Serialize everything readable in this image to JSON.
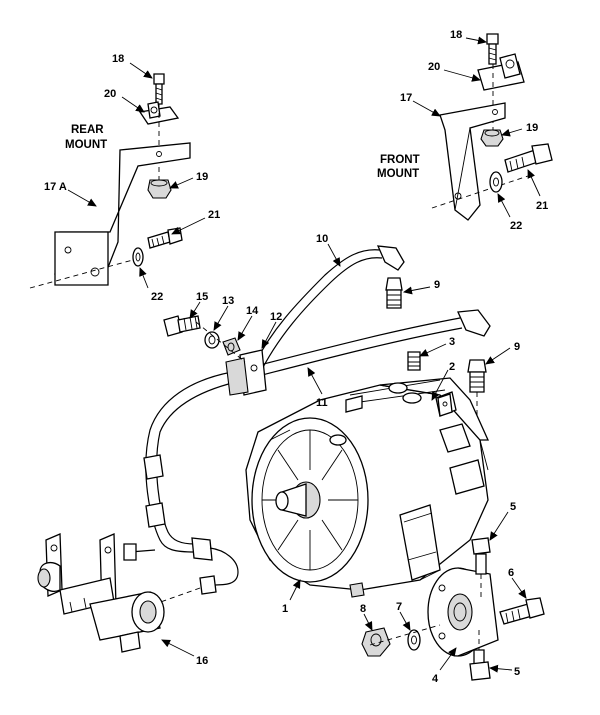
{
  "headings": {
    "rear_mount": [
      "REAR",
      "MOUNT"
    ],
    "front_mount": [
      "FRONT",
      "MOUNT"
    ]
  },
  "callouts": {
    "c18a": "18",
    "c20a": "20",
    "c19a": "19",
    "c17a": "17 A",
    "c21a": "21",
    "c22a": "22",
    "c18b": "18",
    "c20b": "20",
    "c17b": "17",
    "c19b": "19",
    "c21b": "21",
    "c22b": "22",
    "c10": "10",
    "c9a": "9",
    "c15": "15",
    "c13": "13",
    "c14": "14",
    "c12": "12",
    "c3": "3",
    "c9b": "9",
    "c11": "11",
    "c2": "2",
    "c5a": "5",
    "c6": "6",
    "c1": "1",
    "c8": "8",
    "c7": "7",
    "c4": "4",
    "c5b": "5",
    "c16": "16"
  }
}
